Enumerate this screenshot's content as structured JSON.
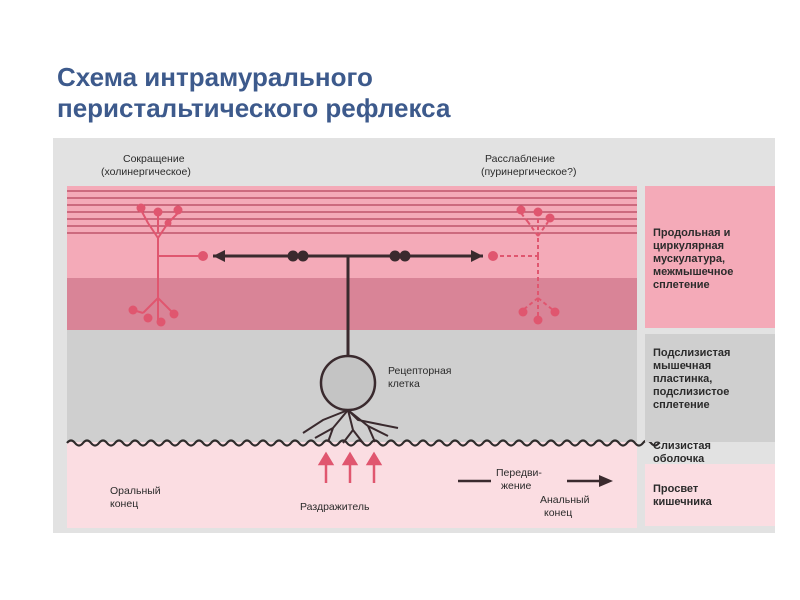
{
  "title": {
    "line1": "Схема интрамурального",
    "line2": "перистальтического рефлекса"
  },
  "labels": {
    "contraction": [
      "Сокращение",
      "(холинергическое)"
    ],
    "relaxation": [
      "Расслабление",
      "(пуринергическое?)"
    ],
    "receptor": [
      "Рецепторная",
      "клетка"
    ],
    "oral": [
      "Оральный",
      "конец"
    ],
    "stimulus": "Раздражитель",
    "movement": [
      "Передви-",
      "жение"
    ],
    "anal": [
      "Анальный",
      "конец"
    ]
  },
  "side_labels": {
    "muscle": [
      "Продольная и",
      "циркулярная",
      "мускулатура,",
      "межмышечное",
      "сплетение"
    ],
    "submucosa": [
      "Подслизистая",
      "мышечная",
      "пластинка,",
      "подслизистое",
      "сплетение"
    ],
    "mucosa": [
      "Слизистая",
      "оболочка"
    ],
    "lumen": [
      "Просвет",
      "кишечника"
    ]
  },
  "colors": {
    "title": "#3d5a8c",
    "muscle_pink": "#f4aab8",
    "muscle_dark": "#d98497",
    "submucosa_gray": "#cfcfcf",
    "lumen_pink": "#fbdde2",
    "neuron_red": "#e0566f",
    "neuron_dark": "#3a2a2e"
  }
}
